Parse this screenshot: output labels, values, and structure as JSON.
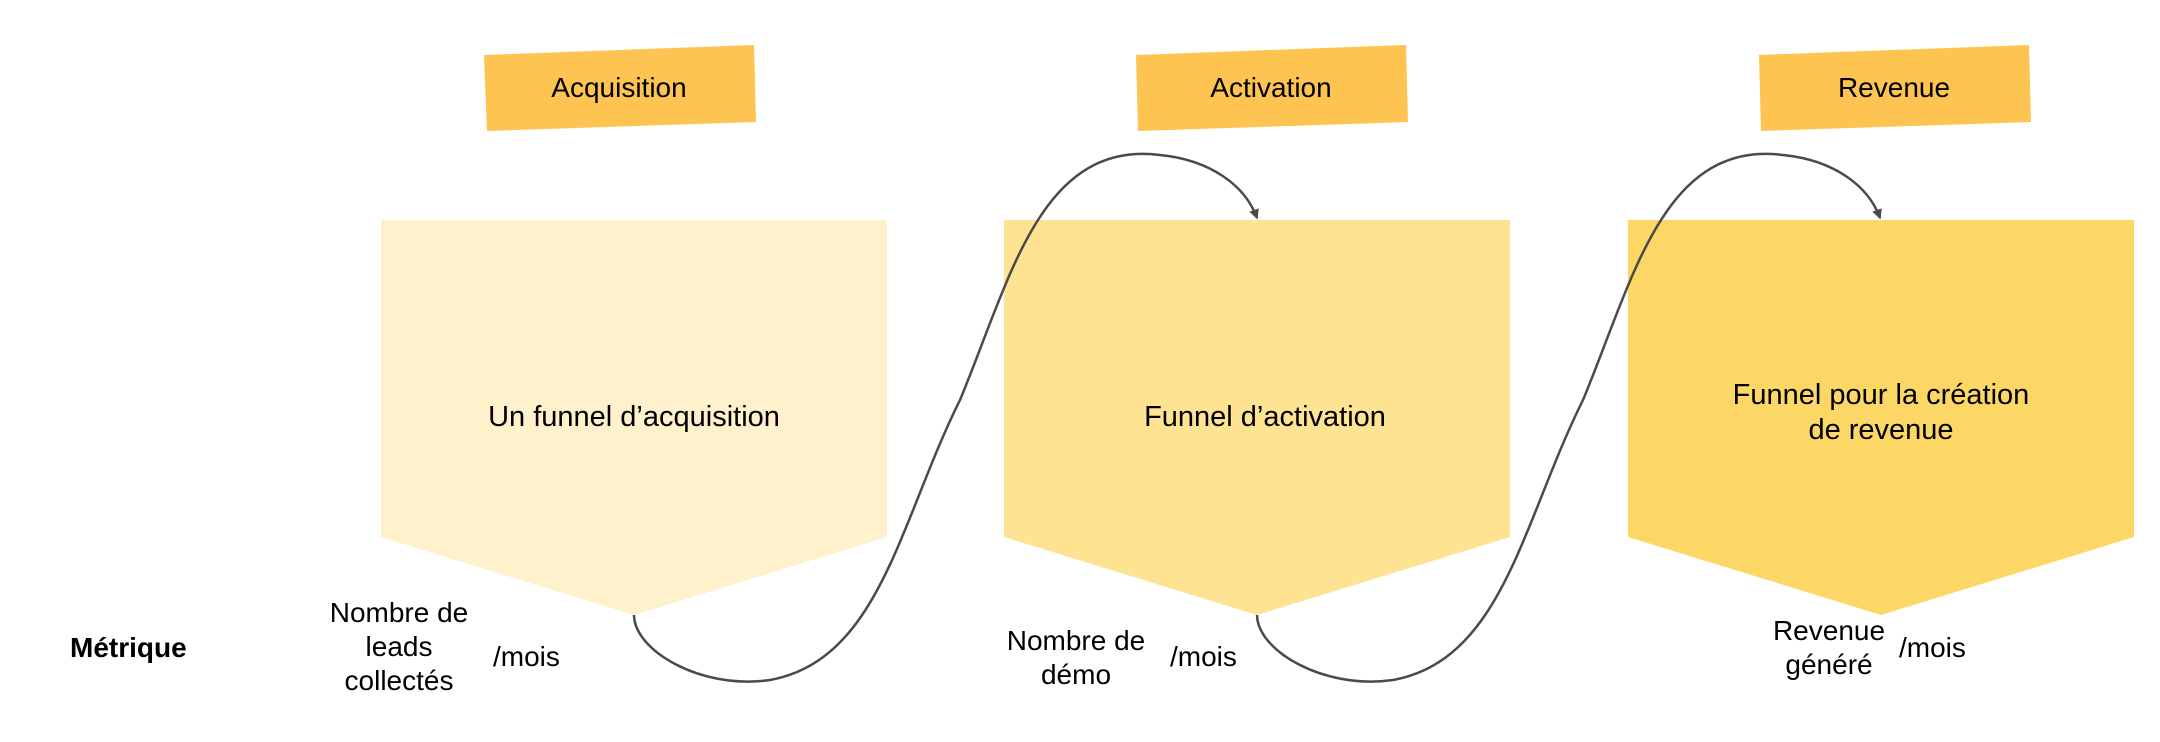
{
  "colors": {
    "tag": "#fdc452",
    "funnel_acquisition": "#fef1cb",
    "funnel_activation": "#fee393",
    "funnel_revenue": "#fdd766",
    "connector": "#4a4a4a",
    "text": "#000000"
  },
  "row_label": "Métrique",
  "stages": [
    {
      "tag": "Acquisition",
      "funnel_lines": [
        "Un funnel d’acquisition"
      ],
      "metric_lines": [
        "Nombre de",
        "leads",
        "collectés"
      ],
      "unit": "/mois"
    },
    {
      "tag": "Activation",
      "funnel_lines": [
        "Funnel d’activation"
      ],
      "metric_lines": [
        "Nombre de",
        "démo"
      ],
      "unit": "/mois"
    },
    {
      "tag": "Revenue",
      "funnel_lines": [
        "Funnel pour la création",
        "de revenue"
      ],
      "metric_lines": [
        "Revenue",
        "généré"
      ],
      "unit": "/mois"
    }
  ],
  "connectors": [
    {
      "from": "Acquisition",
      "to": "Activation"
    },
    {
      "from": "Activation",
      "to": "Revenue"
    }
  ]
}
